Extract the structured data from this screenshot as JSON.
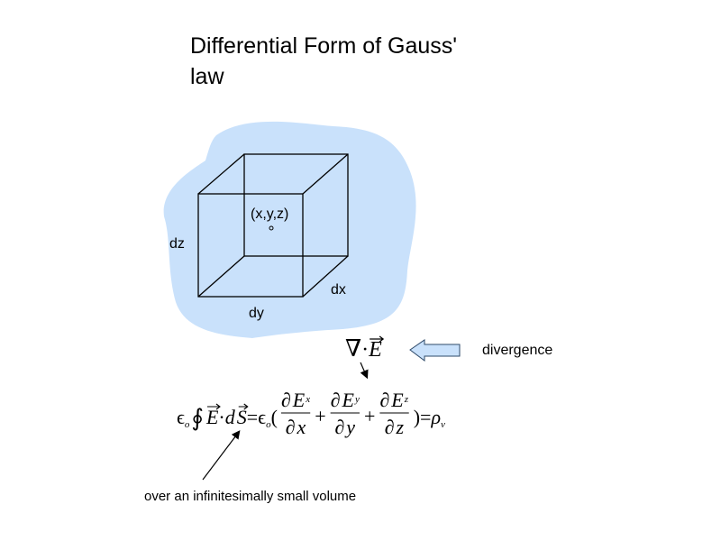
{
  "title": {
    "line1": "Differential Form of Gauss'",
    "line2": "law"
  },
  "diagram": {
    "point_label": "(x,y,z)",
    "dz_label": "dz",
    "dy_label": "dy",
    "dx_label": "dx",
    "blob_color": "#c9e1fb"
  },
  "divergence": {
    "nabla": "∇",
    "dot": "·",
    "E": "E",
    "label": "divergence"
  },
  "equation": {
    "epsilon": "ϵ",
    "sub_o": "o",
    "oint": "∮",
    "E": "E",
    "dot": "·",
    "d": "d",
    "S": "S",
    "equals": "=",
    "lparen": "(",
    "rparen": ")",
    "plus": "+",
    "partial": "∂",
    "sub_x": "x",
    "sub_y": "y",
    "sub_z": "z",
    "den_x": "x",
    "den_y": "y",
    "den_z": "z",
    "rho": "ρ",
    "sub_v": "v"
  },
  "annotation": {
    "label": "over an infinitesimally small volume"
  }
}
